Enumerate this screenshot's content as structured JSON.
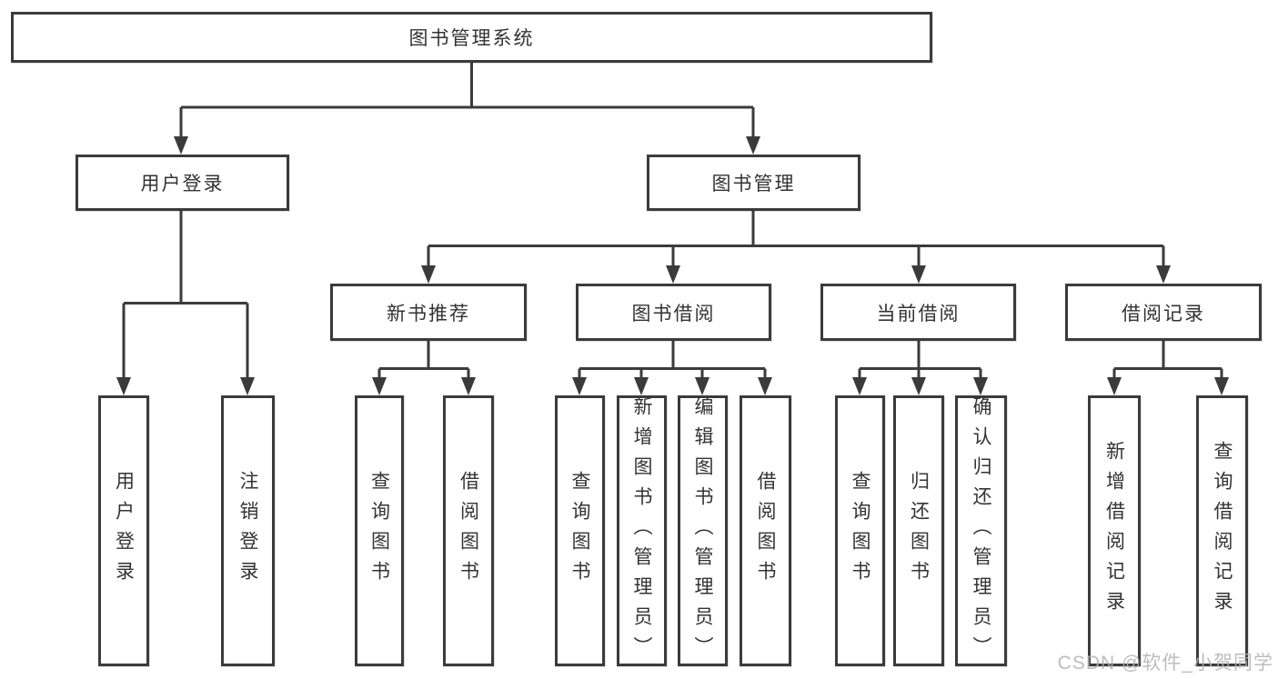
{
  "tree": {
    "root": "图书管理系统",
    "branches": [
      {
        "label": "用户登录",
        "children": [
          "用户登录",
          "注销登录"
        ]
      },
      {
        "label": "图书管理",
        "sections": [
          {
            "label": "新书推荐",
            "children": [
              "查询图书",
              "借阅图书"
            ]
          },
          {
            "label": "图书借阅",
            "children": [
              "查询图书",
              "新增图书（管理员）",
              "编辑图书（管理员）",
              "借阅图书"
            ]
          },
          {
            "label": "当前借阅",
            "children": [
              "查询图书",
              "归还图书",
              "确认归还（管理员）"
            ]
          },
          {
            "label": "借阅记录",
            "children": [
              "新增借阅记录",
              "查询借阅记录"
            ]
          }
        ]
      }
    ]
  },
  "watermark": "CSDN @软件_小贺同学",
  "colors": {
    "line": "#3b3b3b",
    "text": "#333333",
    "background": "#ffffff",
    "watermark": "#b2b2b2"
  }
}
